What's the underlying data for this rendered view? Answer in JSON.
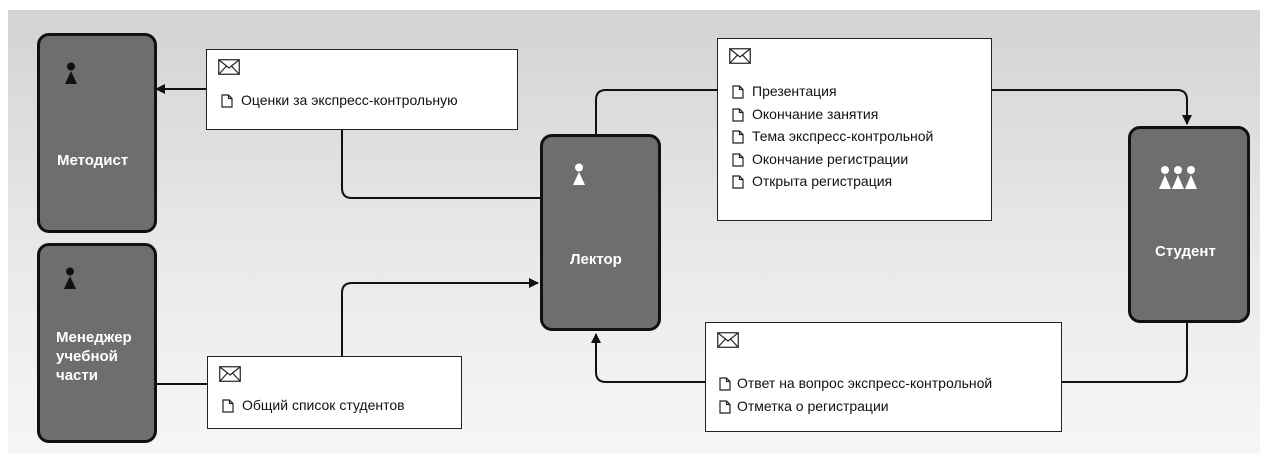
{
  "actors": {
    "methodist": {
      "label": "Методист"
    },
    "manager": {
      "label": "Менеджер\nучебной\nчасти"
    },
    "lecturer": {
      "label": "Лектор"
    },
    "student": {
      "label": "Студент"
    }
  },
  "messages": {
    "to_methodist": {
      "items": [
        "Оценки за экспресс-контрольную"
      ]
    },
    "from_manager": {
      "items": [
        "Общий список студентов"
      ]
    },
    "to_student": {
      "items": [
        "Презентация",
        "Окончание занятия",
        "Тема экспресс-контрольной",
        "Окончание регистрации",
        "Открыта регистрация"
      ]
    },
    "from_student": {
      "items": [
        "Ответ на вопрос экспресс-контрольной",
        "Отметка о регистрации"
      ]
    }
  },
  "icons": {
    "envelope": "envelope-icon",
    "document": "document-icon",
    "person": "person-icon",
    "group": "group-icon"
  },
  "colors": {
    "actor_fill": "#6e6e6e",
    "actor_border": "#111111",
    "message_fill": "#ffffff",
    "line": "#111111"
  }
}
